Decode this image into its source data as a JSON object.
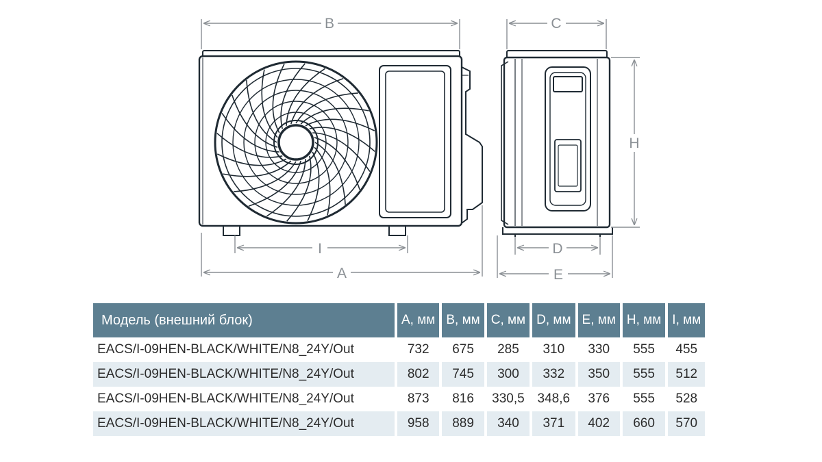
{
  "dimension_labels": {
    "A": "A",
    "B": "B",
    "C": "C",
    "D": "D",
    "E": "E",
    "H": "H",
    "I": "I"
  },
  "table": {
    "header": [
      "Модель (внешний блок)",
      "A, мм",
      "B, мм",
      "C, мм",
      "D, мм",
      "E, мм",
      "H, мм",
      "I, мм"
    ],
    "rows": [
      [
        "EACS/I-09HEN-BLACK/WHITE/N8_24Y/Out",
        "732",
        "675",
        "285",
        "310",
        "330",
        "555",
        "455"
      ],
      [
        "EACS/I-09HEN-BLACK/WHITE/N8_24Y/Out",
        "802",
        "745",
        "300",
        "332",
        "350",
        "555",
        "512"
      ],
      [
        "EACS/I-09HEN-BLACK/WHITE/N8_24Y/Out",
        "873",
        "816",
        "330,5",
        "348,6",
        "376",
        "555",
        "528"
      ],
      [
        "EACS/I-09HEN-BLACK/WHITE/N8_24Y/Out",
        "958",
        "889",
        "340",
        "371",
        "402",
        "660",
        "570"
      ]
    ]
  },
  "colors": {
    "header_bg": "#5d7f91",
    "stripe_bg": "#e4ecf1",
    "line": "#1f2a33",
    "dim_line": "#8a8f94"
  }
}
